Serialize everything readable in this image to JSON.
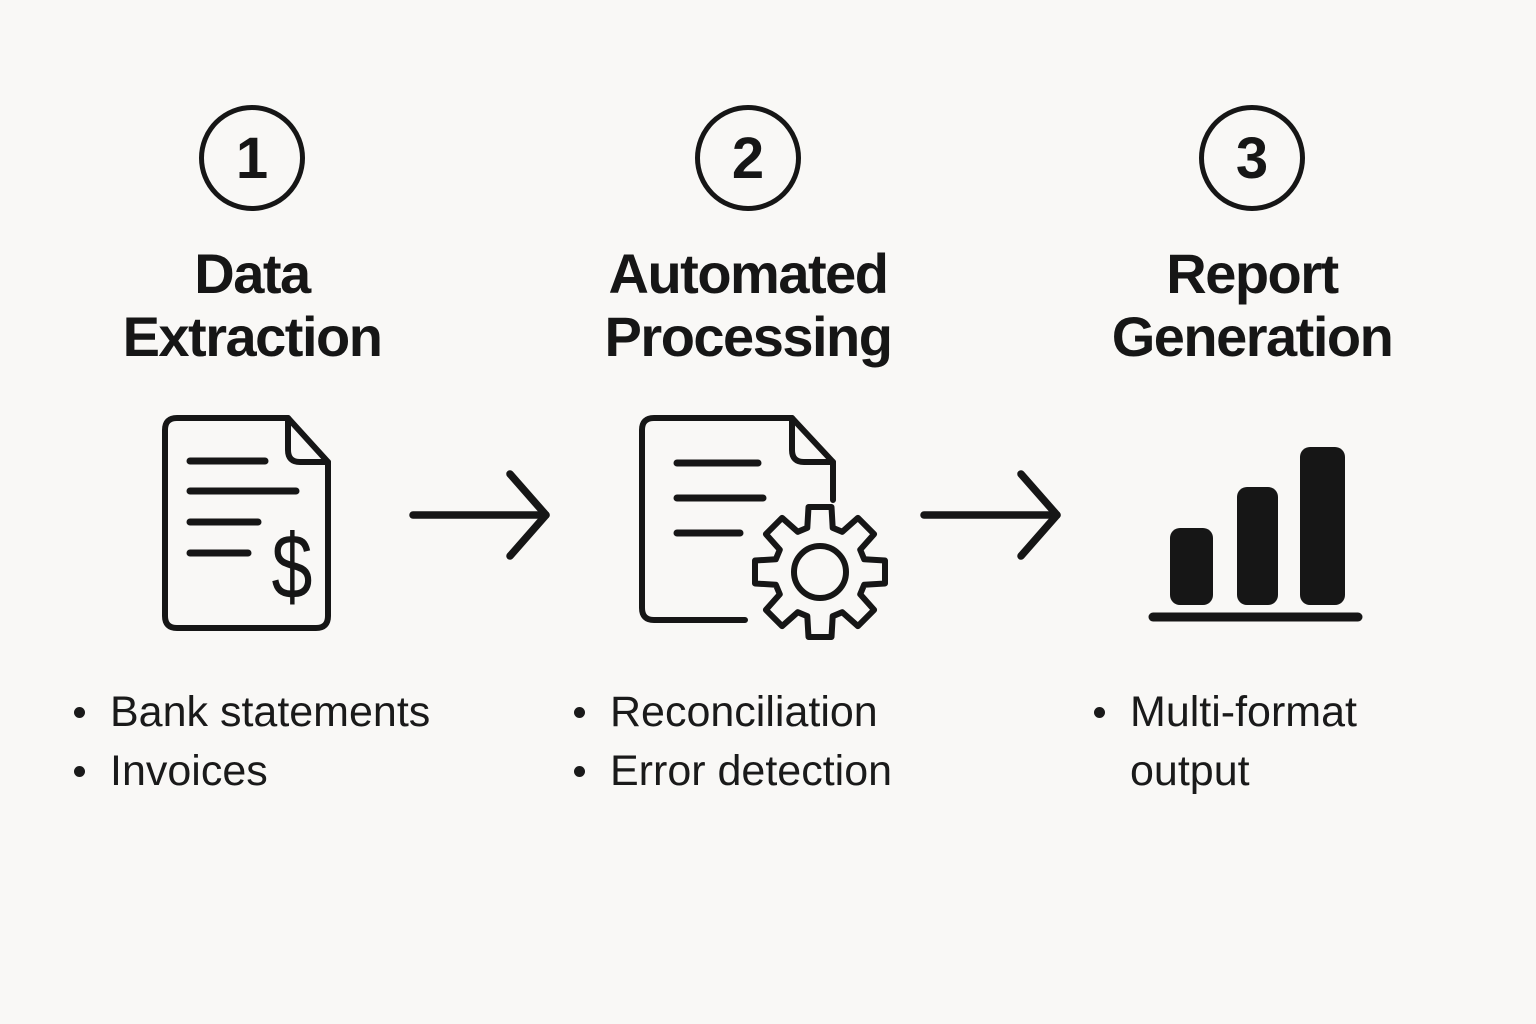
{
  "background_color": "#f9f8f6",
  "ink_color": "#161616",
  "steps": [
    {
      "number": "1",
      "title": "Data\nExtraction",
      "icon": "invoice-document-dollar-icon",
      "icon_text": "$",
      "bullets": [
        "Bank statements",
        "Invoices"
      ]
    },
    {
      "number": "2",
      "title": "Automated\nProcessing",
      "icon": "document-gear-icon",
      "bullets": [
        "Reconciliation",
        "Error detection"
      ]
    },
    {
      "number": "3",
      "title": "Report\nGeneration",
      "icon": "bar-chart-icon",
      "bullets": [
        "Multi-format output"
      ]
    }
  ],
  "arrows": [
    {
      "name": "arrow-step1-to-step2",
      "direction": "right"
    },
    {
      "name": "arrow-step2-to-step3",
      "direction": "right"
    }
  ]
}
